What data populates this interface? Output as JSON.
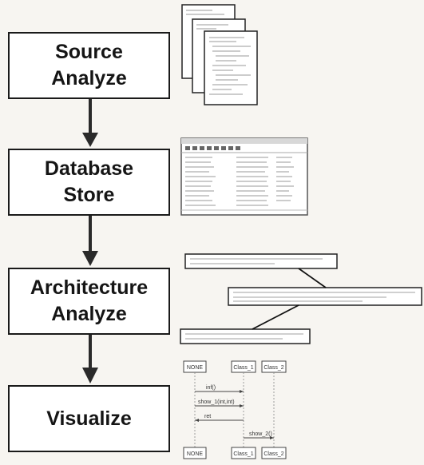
{
  "steps": [
    {
      "line1": "Source",
      "line2": "Analyze"
    },
    {
      "line1": "Database",
      "line2": "Store"
    },
    {
      "line1": "Architecture",
      "line2": "Analyze"
    },
    {
      "line1": "Visualize",
      "line2": ""
    }
  ],
  "sequence": {
    "lifelines": [
      "NONE",
      "Class_1",
      "Class_2"
    ],
    "messages": [
      "inf()",
      "show_1(int,int)",
      "ret",
      "show_2()"
    ]
  },
  "colors": {
    "box_border": "#1a1a1a",
    "arrow": "#2a2a2a",
    "background": "#f7f5f1"
  }
}
